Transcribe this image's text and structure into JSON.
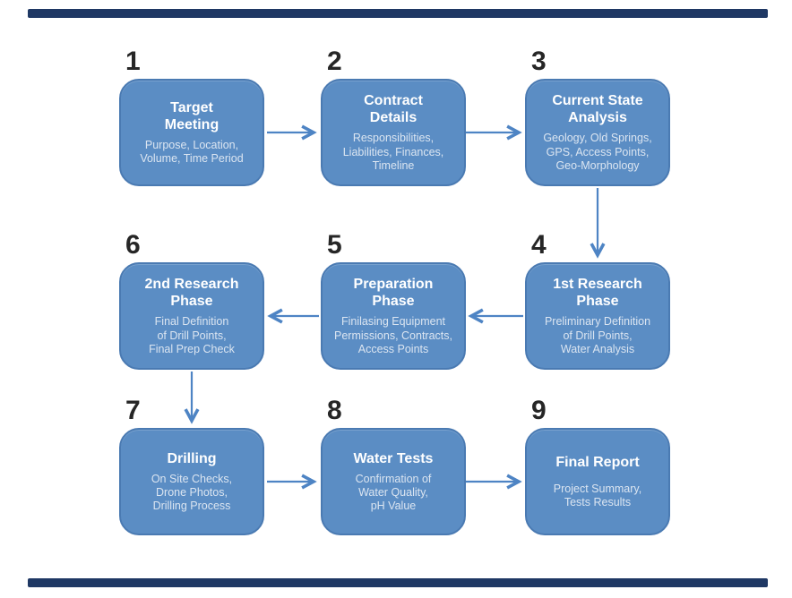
{
  "accent_colors": {
    "box_fill": "#5b8dc4",
    "box_border": "#4a7ab2",
    "arrow_color": "#4e84c4",
    "bar_color": "#1f3864",
    "title_color": "#ffffff",
    "subtitle_color": "#dbe5f1",
    "number_color": "#262626"
  },
  "boxes": [
    {
      "number": "1",
      "title": "Target\nMeeting",
      "subtitle": "Purpose, Location,\nVolume, Time Period"
    },
    {
      "number": "2",
      "title": "Contract\nDetails",
      "subtitle": "Responsibilities,\nLiabilities, Finances,\nTimeline"
    },
    {
      "number": "3",
      "title": "Current State\nAnalysis",
      "subtitle": "Geology, Old Springs,\nGPS, Access Points,\nGeo-Morphology"
    },
    {
      "number": "4",
      "title": "1st Research\nPhase",
      "subtitle": "Preliminary Definition\nof Drill Points,\nWater Analysis"
    },
    {
      "number": "5",
      "title": "Preparation\nPhase",
      "subtitle": "Finilasing Equipment\nPermissions, Contracts,\nAccess Points"
    },
    {
      "number": "6",
      "title": "2nd Research\nPhase",
      "subtitle": "Final Definition\nof Drill Points,\nFinal Prep Check"
    },
    {
      "number": "7",
      "title": "Drilling",
      "subtitle": "On Site Checks,\nDrone Photos,\nDrilling Process"
    },
    {
      "number": "8",
      "title": "Water Tests",
      "subtitle": "Confirmation of\nWater Quality,\npH Value"
    },
    {
      "number": "9",
      "title": "Final Report",
      "subtitle": "Project Summary,\nTests Results"
    }
  ],
  "flow": [
    {
      "from": "1",
      "to": "2"
    },
    {
      "from": "2",
      "to": "3"
    },
    {
      "from": "3",
      "to": "4"
    },
    {
      "from": "4",
      "to": "5"
    },
    {
      "from": "5",
      "to": "6"
    },
    {
      "from": "6",
      "to": "7"
    },
    {
      "from": "7",
      "to": "8"
    },
    {
      "from": "8",
      "to": "9"
    }
  ]
}
